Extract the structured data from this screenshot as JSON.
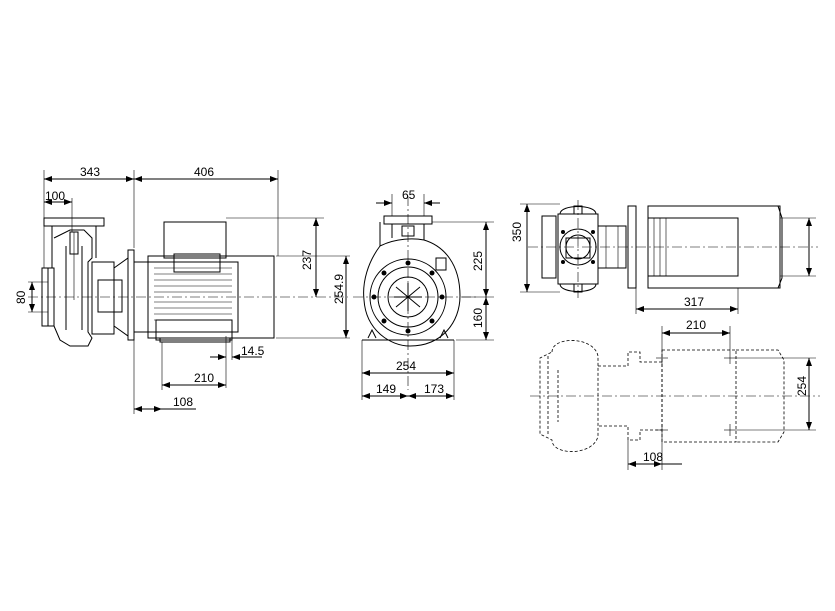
{
  "side_view": {
    "dims": {
      "overall_pump_end": "343",
      "suction_flange": "100",
      "motor_length": "406",
      "motor_top": "237",
      "shaft_height": "254.9",
      "suction_dn": "80",
      "foot_offset": "14.5",
      "foot_spacing": "210",
      "base_offset": "108"
    }
  },
  "front_view": {
    "dims": {
      "discharge_dn": "65",
      "discharge_height": "225",
      "shaft_center": "160",
      "foot_width": "254",
      "left_half": "149",
      "right_half": "173"
    }
  },
  "top_view": {
    "dims": {
      "total_height": "350",
      "motor_to_face": "317"
    }
  },
  "foot_plan": {
    "dims": {
      "hole_spacing": "210",
      "hole_width": "254",
      "hole_offset": "108"
    }
  }
}
